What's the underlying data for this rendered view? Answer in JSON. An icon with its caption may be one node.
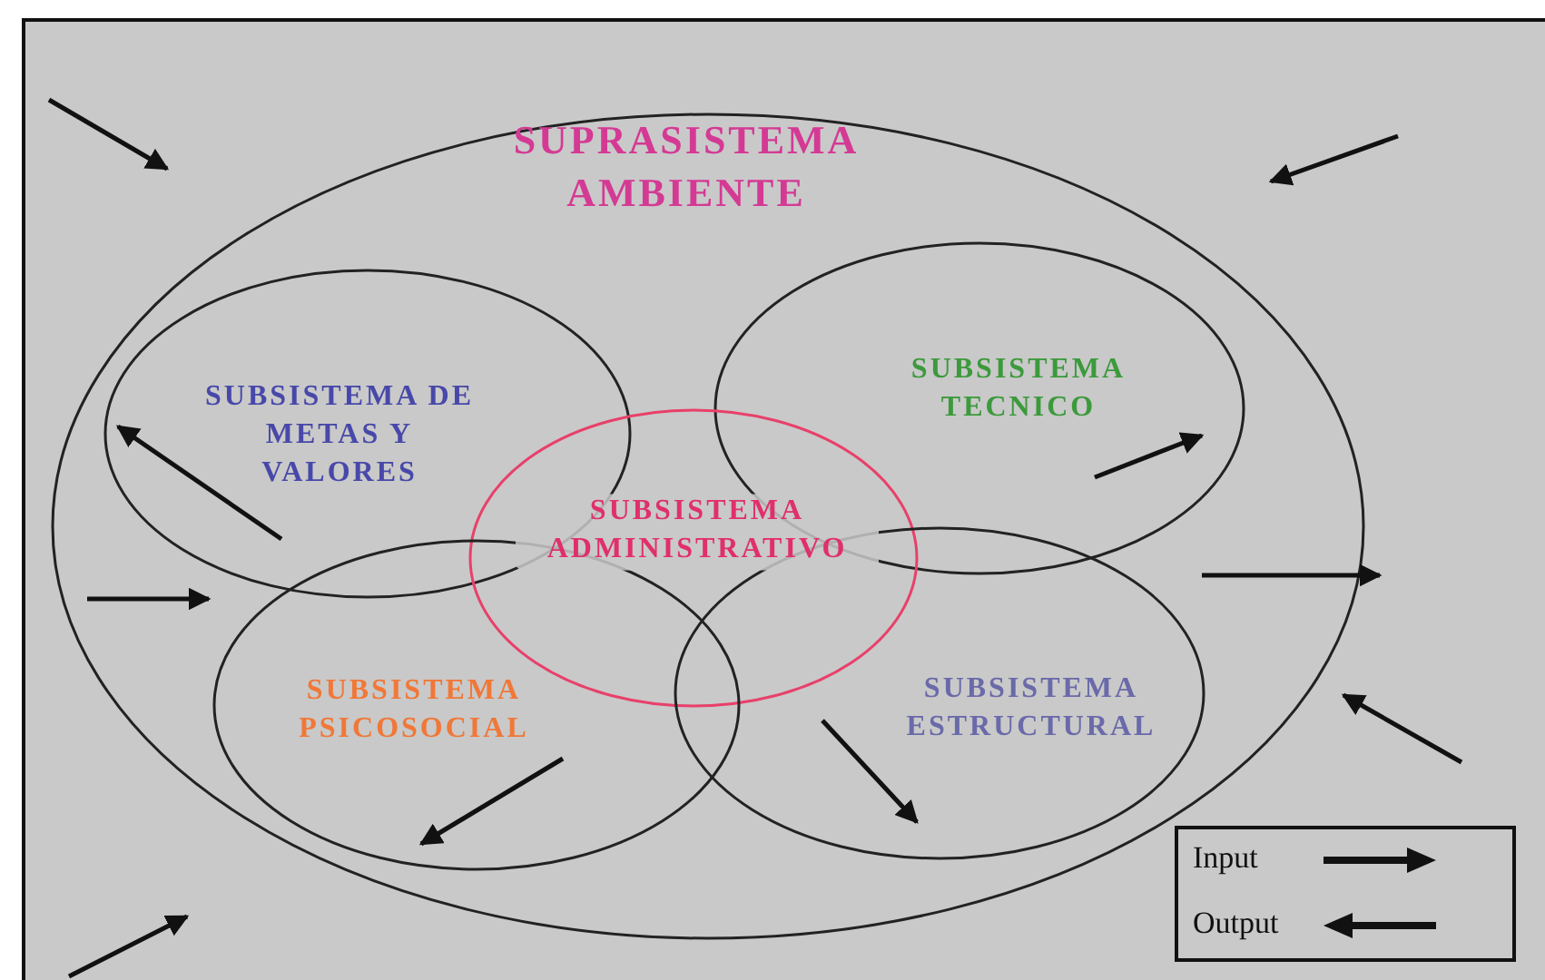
{
  "diagram": {
    "nodes": [
      {
        "text": [
          "SUPRASISTEMA AMBIENTE"
        ]
      },
      {
        "text": [
          "SUBSISTEMA DE METAS Y VALORES"
        ],
        "in": 0
      },
      {
        "text": [
          "SUBSISTEMA TECNICO"
        ],
        "in": 0
      },
      {
        "text": [
          "SUBSISTEMA ADMINISTRATIVO"
        ],
        "in": 0
      },
      {
        "text": [
          "SUBSISTEMA PSICOSOCIAL"
        ],
        "in": 0
      },
      {
        "text": [
          "SUBSISTEMA ESTRUCTURAL"
        ],
        "in": 0
      }
    ],
    "legend": [
      {
        "text": "Input"
      },
      {
        "text": "Output"
      }
    ]
  }
}
